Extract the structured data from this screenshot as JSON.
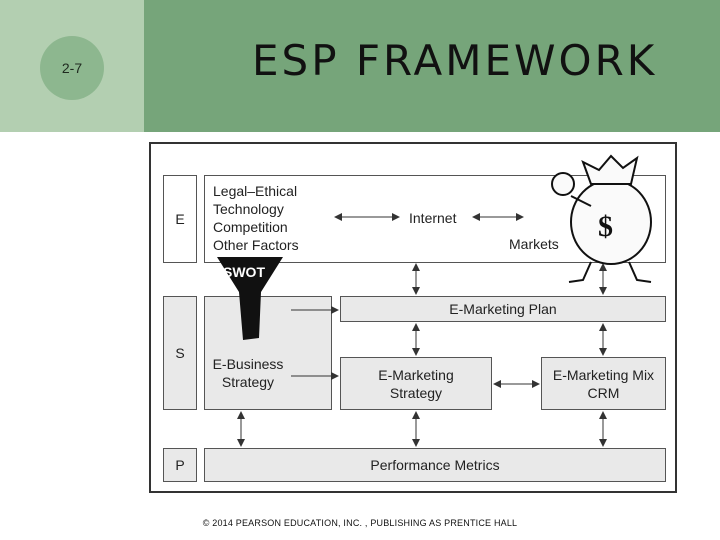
{
  "slide": {
    "number": "2-7",
    "title": "ESP FRAMEWORK"
  },
  "diagram": {
    "rows": {
      "e": "E",
      "s": "S",
      "p": "P"
    },
    "factors": [
      "Legal–Ethical",
      "Technology",
      "Competition",
      "Other Factors"
    ],
    "internet": "Internet",
    "markets": "Markets",
    "swot": "SWOT",
    "ebusiness": [
      "E-Business",
      "Strategy"
    ],
    "eplan": "E-Marketing Plan",
    "estrategy": [
      "E-Marketing",
      "Strategy"
    ],
    "emix": [
      "E-Marketing Mix",
      "CRM"
    ],
    "metrics": "Performance Metrics"
  },
  "footer": "© 2014 PEARSON EDUCATION, INC. , PUBLISHING AS PRENTICE HALL"
}
